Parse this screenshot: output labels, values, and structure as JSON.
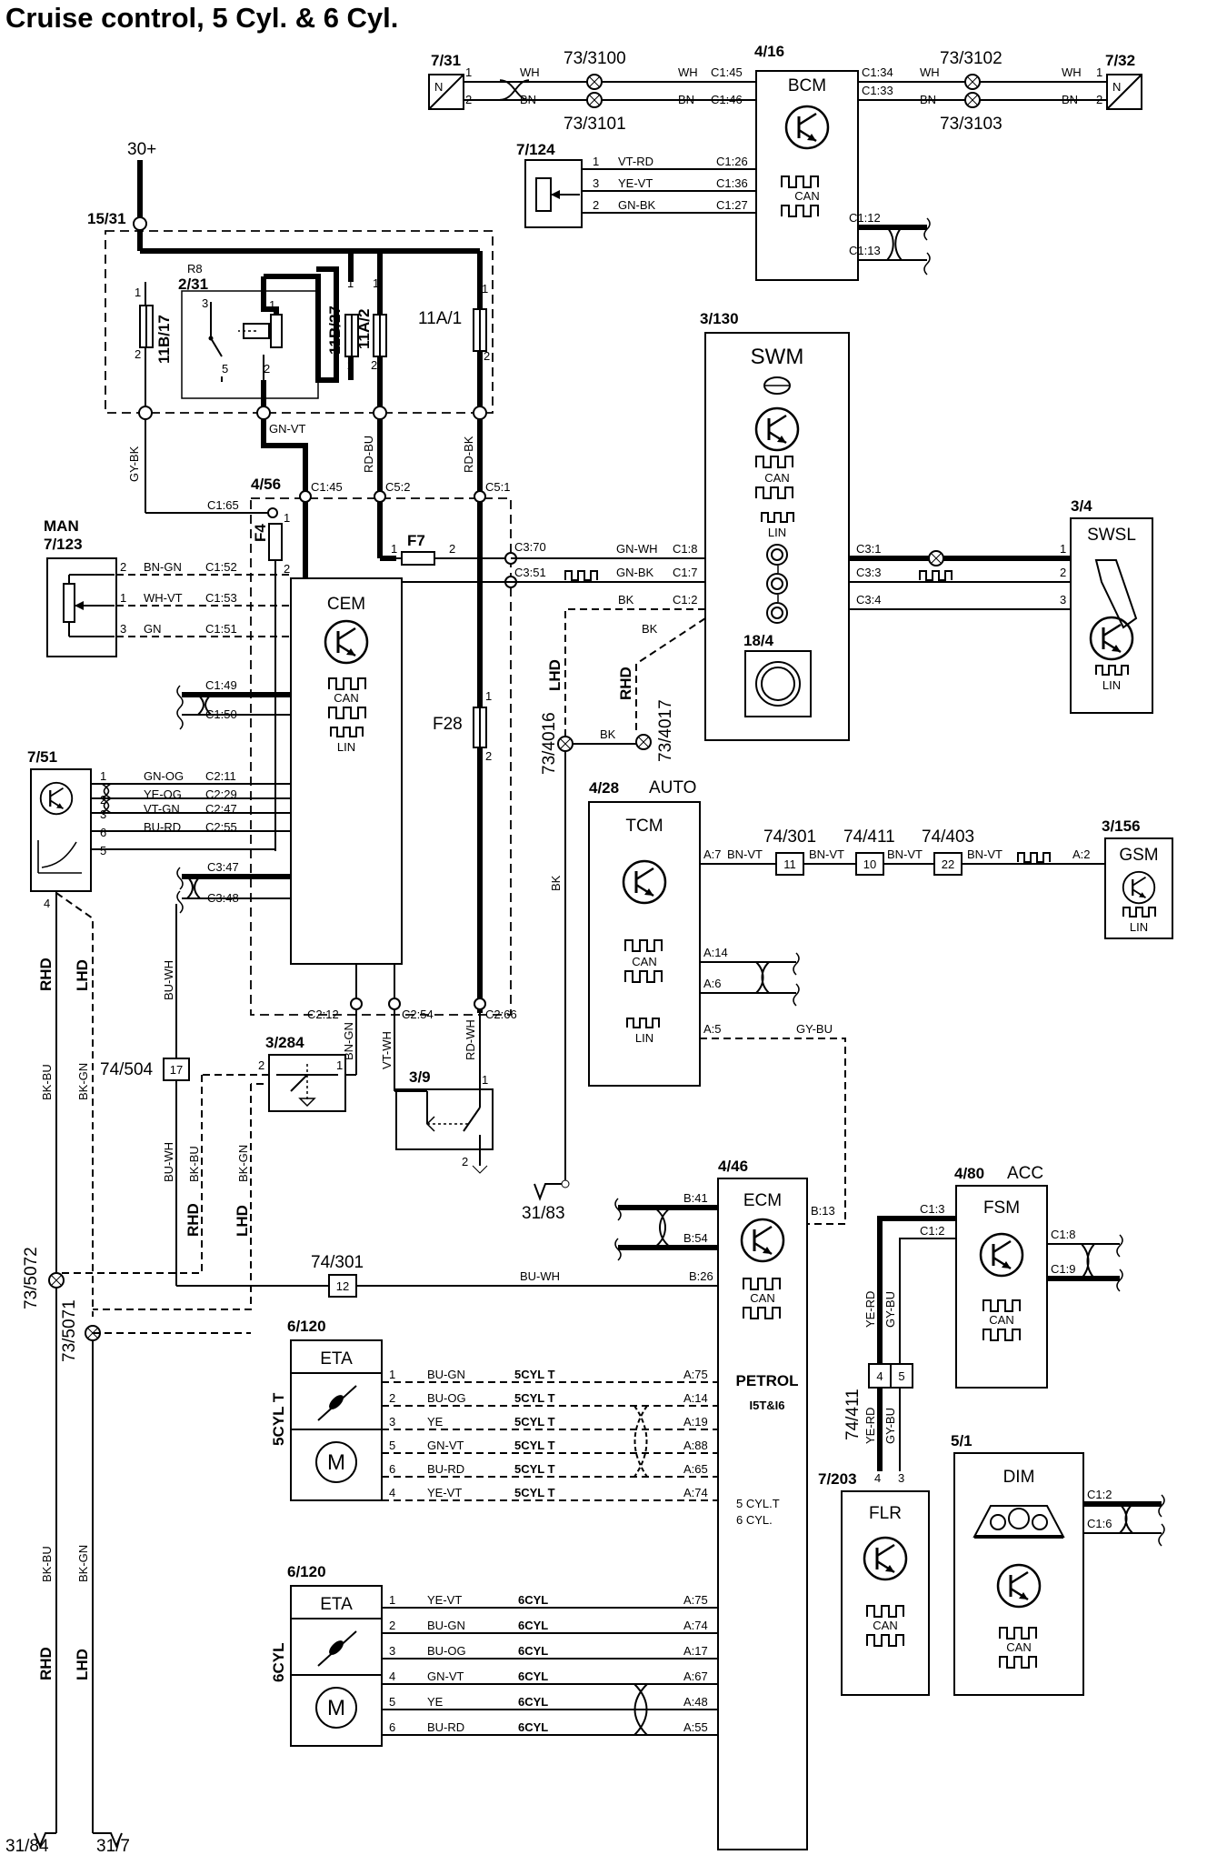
{
  "title": "Cruise control, 5 Cyl. & 6 Cyl.",
  "refs": {
    "r7_31": "7/31",
    "r7_32": "7/32",
    "r4_16": "4/16",
    "r73_3100": "73/3100",
    "r73_3101": "73/3101",
    "r73_3102": "73/3102",
    "r73_3103": "73/3103",
    "r7_124": "7/124",
    "p30": "30+",
    "r15_31": "15/31",
    "r8": "R8",
    "r2_31": "2/31",
    "r11b17": "11B/17",
    "r11b27": "11B/27",
    "r11a2": "11A/2",
    "r11a1": "11A/1",
    "r3_130": "3/130",
    "r4_56": "4/56",
    "man": "MAN",
    "r7_123": "7/123",
    "f4": "F4",
    "f7": "F7",
    "f28": "F28",
    "r3_4": "3/4",
    "r18_4": "18/4",
    "r7_51": "7/51",
    "r4_28": "4/28",
    "auto": "AUTO",
    "r73_4016": "73/4016",
    "r73_4017": "73/4017",
    "r74_301": "74/301",
    "r74_411": "74/411",
    "r74_403": "74/403",
    "r3_156": "3/156",
    "r3_284": "3/284",
    "r74_504": "74/504",
    "r3_9": "3/9",
    "r31_83": "31/83",
    "r4_46": "4/46",
    "r4_80": "4/80",
    "acc": "ACC",
    "r73_5072": "73/5072",
    "r73_5071": "73/5071",
    "r6_120a": "6/120",
    "r6_120b": "6/120",
    "r7_203": "7/203",
    "r5_1": "5/1",
    "r31_84": "31/84",
    "r31_7": "31/7",
    "cyl5t": "5CYL T",
    "cyl6": "6CYL",
    "rhd": "RHD",
    "lhd": "LHD"
  },
  "modules": {
    "bcm": "BCM",
    "swm": "SWM",
    "cem": "CEM",
    "swsl": "SWSL",
    "tcm": "TCM",
    "gsm": "GSM",
    "ecm": "ECM",
    "fsm": "FSM",
    "flr": "FLR",
    "dim": "DIM",
    "eta1": "ETA",
    "eta2": "ETA",
    "can": "CAN",
    "lin": "LIN",
    "petrol": "PETROL",
    "i5t": "I5T&I6",
    "cyl_note1": "5 CYL.T",
    "cyl_note2": "6 CYL.",
    "m": "M",
    "n": "N"
  },
  "connectors": {
    "c145a": "C1:45",
    "c146": "C1:46",
    "c134": "C1:34",
    "c133": "C1:33",
    "c126": "C1:26",
    "c136": "C1:36",
    "c127": "C1:27",
    "c112": "C1:12",
    "c113": "C1:13",
    "c165": "C1:65",
    "c145b": "C1:45",
    "c52": "C5:2",
    "c51": "C5:1",
    "c152": "C1:52",
    "c153": "C1:53",
    "c151": "C1:51",
    "c149": "C1:49",
    "c150": "C1:50",
    "c370": "C3:70",
    "c351": "C3:51",
    "c18": "C1:8",
    "c17": "C1:7",
    "c12": "C1:2",
    "c31": "C3:1",
    "c33": "C3:3",
    "c34": "C3:4",
    "c211": "C2:11",
    "c229": "C2:29",
    "c247": "C2:47",
    "c255": "C2:55",
    "c347": "C3:47",
    "c348": "C3:48",
    "c212": "C2:12",
    "c254": "C2:54",
    "c266": "C2:66",
    "a7": "A:7",
    "a2": "A:2",
    "a14": "A:14",
    "a6": "A:6",
    "a5": "A:5",
    "b41": "B:41",
    "b54": "B:54",
    "b13": "B:13",
    "b26": "B:26",
    "fc13": "C1:3",
    "fc12": "C1:2",
    "fc18": "C1:8",
    "fc19": "C1:9",
    "dc12": "C1:2",
    "dc16": "C1:6",
    "e75": "A:75",
    "e14": "A:14",
    "e19": "A:19",
    "e88": "A:88",
    "e65": "A:65",
    "e74": "A:74",
    "f75": "A:75",
    "f74": "A:74",
    "f17": "A:17",
    "f67": "A:67",
    "f48": "A:48",
    "f55": "A:55"
  },
  "boxes": {
    "b11": "11",
    "b10": "10",
    "b22": "22",
    "b17": "17",
    "b12": "12",
    "b4": "4",
    "b5": "5"
  },
  "wires": {
    "wh": "WH",
    "bn": "BN",
    "vtrd": "VT-RD",
    "yevt": "YE-VT",
    "gnbk": "GN-BK",
    "gnvt": "GN-VT",
    "rdbu": "RD-BU",
    "rdbk": "RD-BK",
    "gybk": "GY-BK",
    "bngn": "BN-GN",
    "whvt": "WH-VT",
    "gn": "GN",
    "gnwh": "GN-WH",
    "bk": "BK",
    "gnog": "GN-OG",
    "yeog": "YE-OG",
    "vtgn": "VT-GN",
    "burd": "BU-RD",
    "buwh": "BU-WH",
    "bkbu": "BK-BU",
    "bkgn": "BK-GN",
    "vtwh": "VT-WH",
    "rdwh": "RD-WH",
    "bnvt": "BN-VT",
    "gybu": "GY-BU",
    "yerd": "YE-RD",
    "bugn": "BU-GN",
    "buog": "BU-OG",
    "ye": "YE"
  }
}
